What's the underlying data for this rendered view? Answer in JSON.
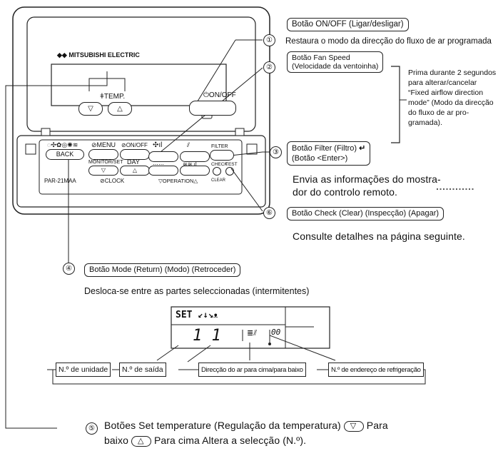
{
  "remote": {
    "brand": "MITSUBISHI ELECTRIC",
    "temp_label": "TEMP.",
    "onoff_label": "ON/OFF",
    "filter_label": "FILTER",
    "check_label": "CHECK",
    "test_label": "TEST",
    "clear_label": "CLEAR",
    "back_label": "BACK",
    "menu_label": "MENU",
    "onoff_small_label": "ON/OFF",
    "monitor_label": "MONITOR/SET",
    "day_label": "DAY",
    "clock_label": "CLOCK",
    "operation_label": "OPERATION",
    "model": "PAR-21MAA"
  },
  "callouts": {
    "c1": {
      "num": "①",
      "title": "Botão ON/OFF (Ligar/desligar)",
      "desc": "Restaura o modo da direcção do fluxo de ar programada"
    },
    "c2": {
      "num": "②",
      "title_line1": "Botão Fan Speed",
      "title_line2": "(Velocidade da ventoinha)"
    },
    "c2_note": [
      "Prima durante 2 segundos",
      "para alterar/cancelar",
      "“Fixed airflow direction",
      "mode” (Modo da direcção",
      "do fluxo de ar pro-",
      "gramada)."
    ],
    "c3": {
      "num": "③",
      "title_line1": "Botão Filter (Filtro)",
      "title_line2": "(Botão <Enter>)",
      "desc_line1": "Envia as informações do mostra-",
      "desc_line2": "dor do controlo remoto."
    },
    "c6": {
      "num": "⑥",
      "title": "Botão Check (Clear) (Inspecção) (Apagar)",
      "desc": "Consulte detalhes na página seguinte."
    },
    "c4": {
      "num": "④",
      "title": "Botão Mode (Return) (Modo) (Retroceder)",
      "desc": "Desloca-se entre as partes seleccionadas (intermitentes)"
    },
    "c5": {
      "num": "⑤",
      "line1_a": "Botões Set temperature (Regulação da temperatura)",
      "line1_b": "Para",
      "line2_a": "baixo",
      "line2_b": "Para cima Altera a selecção (N.º)."
    }
  },
  "display": {
    "set": "SET",
    "digits": "1 1",
    "digits2": "00"
  },
  "flow": {
    "box1": "N.º de unidade",
    "box2": "N.º de saída",
    "box3": "Direcção do ar para cima/para baixo",
    "box4": "N.º de endereço de refrigeração"
  }
}
